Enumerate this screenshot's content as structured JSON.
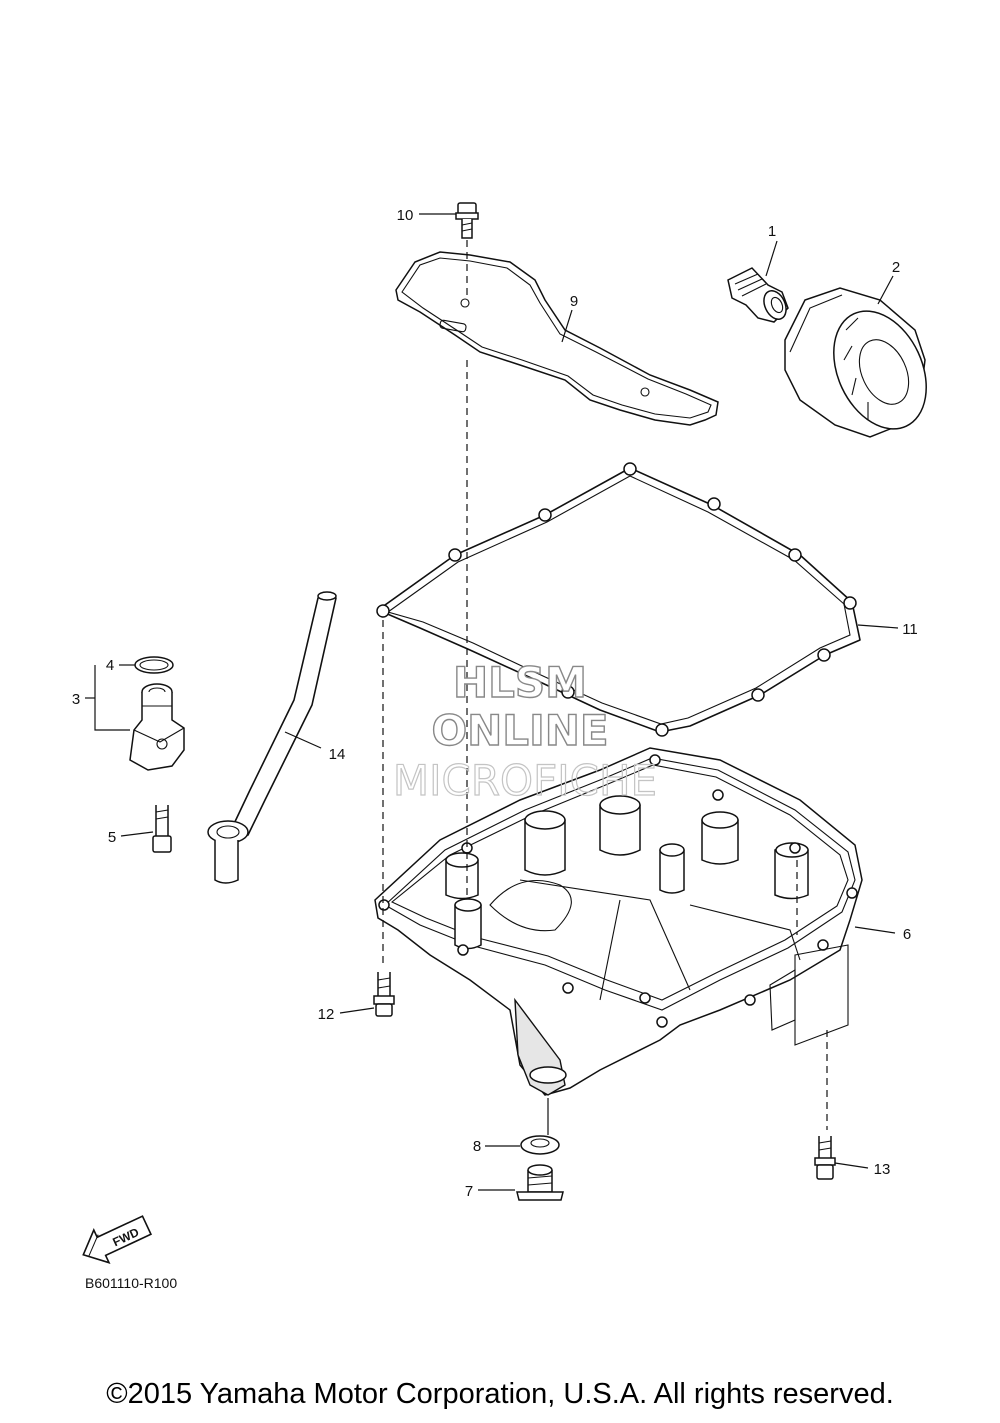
{
  "watermark": {
    "line1": "HLSM",
    "line2": "ONLINE",
    "line3": "MICROFICHE"
  },
  "callouts": [
    "1",
    "2",
    "3",
    "4",
    "5",
    "6",
    "7",
    "8",
    "9",
    "10",
    "11",
    "12",
    "13",
    "14"
  ],
  "fwd_label": "FWD",
  "diagram_ref": "B601110-R100",
  "copyright": "©2015 Yamaha Motor Corporation, U.S.A. All rights reserved."
}
